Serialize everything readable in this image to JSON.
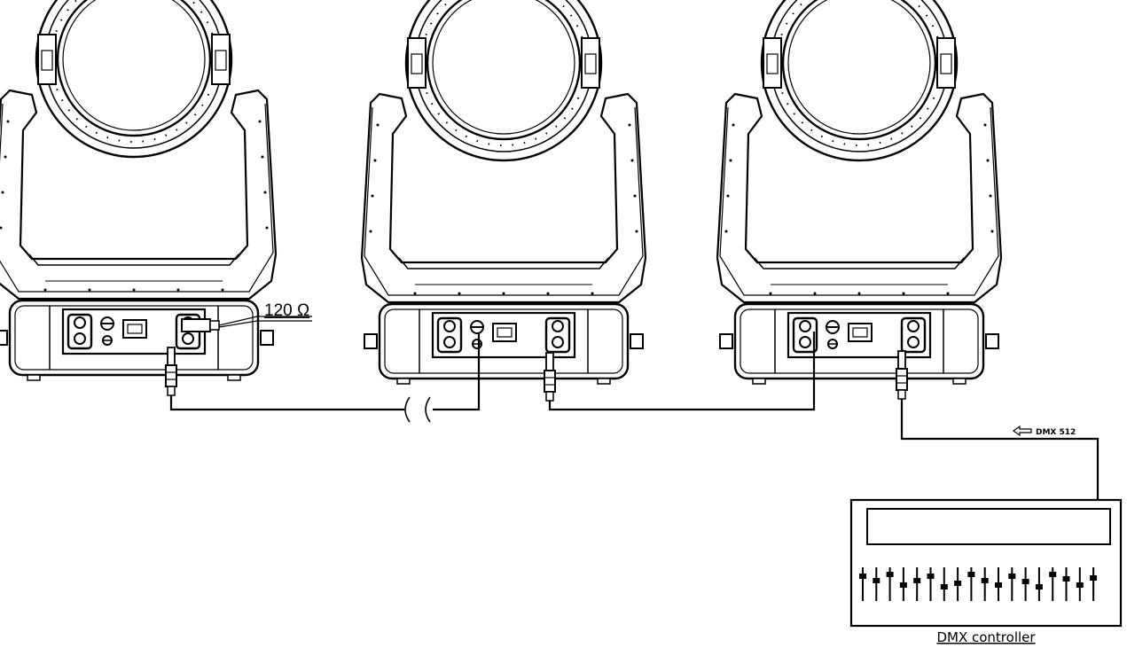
{
  "labels": {
    "terminator": "120 Ω",
    "signal": "DMX 512",
    "controller": "DMX controller"
  },
  "fixtures": [
    {
      "name": "moving-head-1"
    },
    {
      "name": "moving-head-2"
    },
    {
      "name": "moving-head-3"
    }
  ],
  "controller": {
    "fader_count": 18
  },
  "colors": {
    "line": "#000000",
    "background": "#ffffff"
  }
}
